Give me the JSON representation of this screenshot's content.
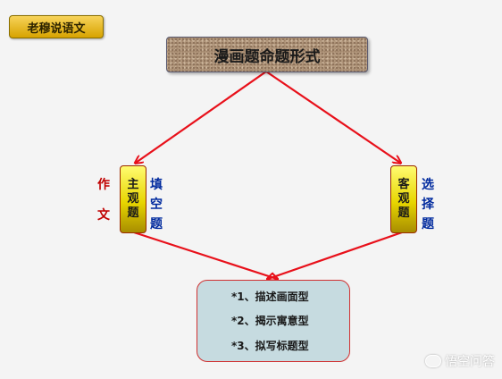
{
  "badge": {
    "label": "老穆说语文"
  },
  "title": {
    "label": "漫画题命题形式"
  },
  "left_node": {
    "chars": [
      "主",
      "观",
      "题"
    ]
  },
  "left_outer_label": {
    "chars": [
      "作",
      "文"
    ],
    "color": "#c00000"
  },
  "left_inner_label": {
    "chars": [
      "填",
      "空",
      "题"
    ],
    "color": "#002a9e"
  },
  "right_node": {
    "chars": [
      "客",
      "观",
      "题"
    ]
  },
  "right_outer_label": {
    "chars": [
      "选",
      "择",
      "题"
    ],
    "color": "#002a9e"
  },
  "bottom_items": [
    {
      "text": "*1、描述画面型"
    },
    {
      "text": "*2、揭示寓意型"
    },
    {
      "text": "*3、拟写标题型"
    }
  ],
  "watermark": {
    "text": "悟空问答"
  },
  "colors": {
    "arrow": "#e8101a",
    "accent": "#f2c24a"
  }
}
